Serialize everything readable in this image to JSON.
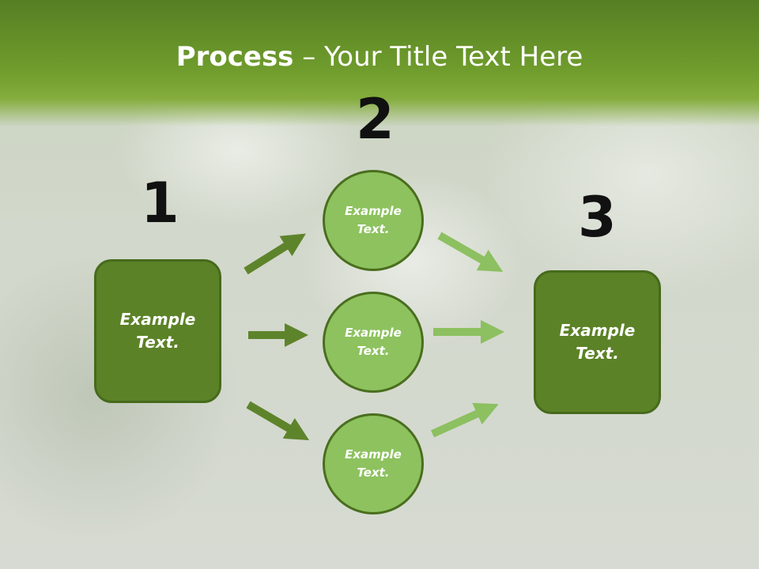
{
  "slide": {
    "title_strong": "Process",
    "title_rest": " – Your Title Text Here"
  },
  "steps": {
    "n1": "1",
    "n2": "2",
    "n3": "3"
  },
  "left_box": {
    "line1": "Example",
    "line2": "Text."
  },
  "right_box": {
    "line1": "Example",
    "line2": "Text."
  },
  "circles": [
    {
      "line1": "Example",
      "line2": "Text."
    },
    {
      "line1": "Example",
      "line2": "Text."
    },
    {
      "line1": "Example",
      "line2": "Text."
    }
  ],
  "colors": {
    "header": "#6f9c2c",
    "box_fill": "#5c8227",
    "circle_fill": "#8dc25f",
    "dark_arrow": "#5e842b",
    "light_arrow": "#8cc060"
  }
}
